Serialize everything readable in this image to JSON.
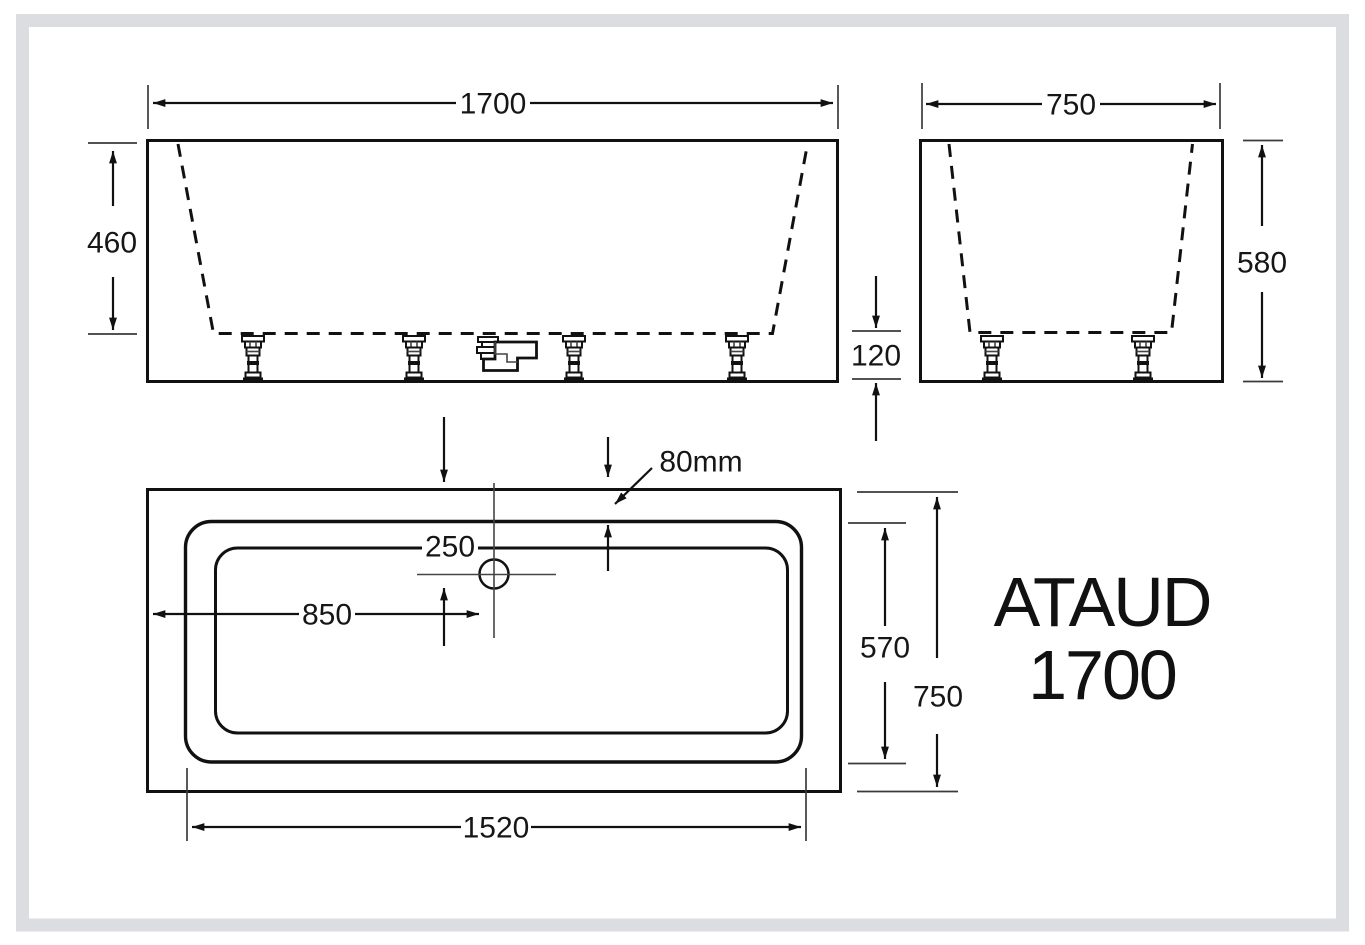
{
  "product_label": {
    "line1": "ATAUD",
    "line2": "1700"
  },
  "dimensions": {
    "overall_length": "1700",
    "inner_depth": "460",
    "base_height": "120",
    "overall_width": "750",
    "overall_height": "580",
    "rim_width": "80mm",
    "drain_offset_from_edge": "250",
    "drain_offset_from_end": "850",
    "inner_width": "570",
    "plan_overall_width": "750",
    "inner_length": "1520"
  },
  "colors": {
    "line": "#111111",
    "frame_border": "#dcdde0",
    "background": "#ffffff"
  }
}
